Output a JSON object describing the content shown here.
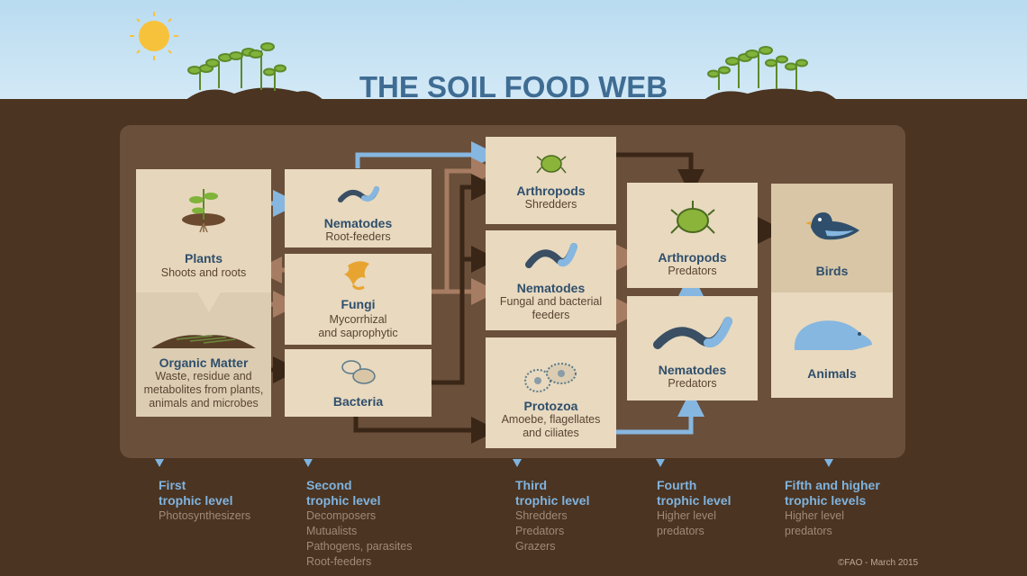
{
  "title": "THE SOIL FOOD WEB",
  "organisms": {
    "plants": {
      "title": "Plants",
      "sub": "Shoots and roots"
    },
    "organic_matter": {
      "title": "Organic Matter",
      "sub": [
        "Waste, residue and",
        "metabolites from plants,",
        "animals and microbes"
      ]
    },
    "nematodes_root": {
      "title": "Nematodes",
      "sub": "Root-feeders"
    },
    "fungi": {
      "title": "Fungi",
      "sub": [
        "Mycorrhizal",
        "and saprophytic"
      ]
    },
    "bacteria": {
      "title": "Bacteria"
    },
    "arthropods_shred": {
      "title": "Arthropods",
      "sub": "Shredders"
    },
    "nematodes_fb": {
      "title": "Nematodes",
      "sub": [
        "Fungal and bacterial",
        "feeders"
      ]
    },
    "protozoa": {
      "title": "Protozoa",
      "sub": [
        "Amoebe, flagellates",
        "and ciliates"
      ]
    },
    "arthropods_pred": {
      "title": "Arthropods",
      "sub": "Predators"
    },
    "nematodes_pred": {
      "title": "Nematodes",
      "sub": "Predators"
    },
    "birds": {
      "title": "Birds"
    },
    "animals": {
      "title": "Animals"
    }
  },
  "levels": [
    {
      "title": [
        "First",
        "trophic level"
      ],
      "items": [
        "Photosynthesizers"
      ]
    },
    {
      "title": [
        "Second",
        "trophic level"
      ],
      "items": [
        "Decomposers",
        "Mutualists",
        "Pathogens, parasites",
        "Root-feeders"
      ]
    },
    {
      "title": [
        "Third",
        "trophic level"
      ],
      "items": [
        "Shredders",
        "Predators",
        "Grazers"
      ]
    },
    {
      "title": [
        "Fourth",
        "trophic level"
      ],
      "items": [
        "Higher level",
        "predators"
      ]
    },
    {
      "title": [
        "Fifth and higher",
        "trophic levels"
      ],
      "items": [
        "Higher level",
        "predators"
      ]
    }
  ],
  "copyright": "©FAO - March 2015",
  "colors": {
    "sky": "#c6e2f4",
    "soil": "#4b3421",
    "panel": "#6a4f3a",
    "box": "#e8d9bf",
    "title": "#3f6c93",
    "level_title": "#7fb3df",
    "level_text": "#a08a78",
    "arrow_blue": "#86b7e0",
    "arrow_brown": "#a67c63",
    "arrow_dark": "#3a2616"
  }
}
